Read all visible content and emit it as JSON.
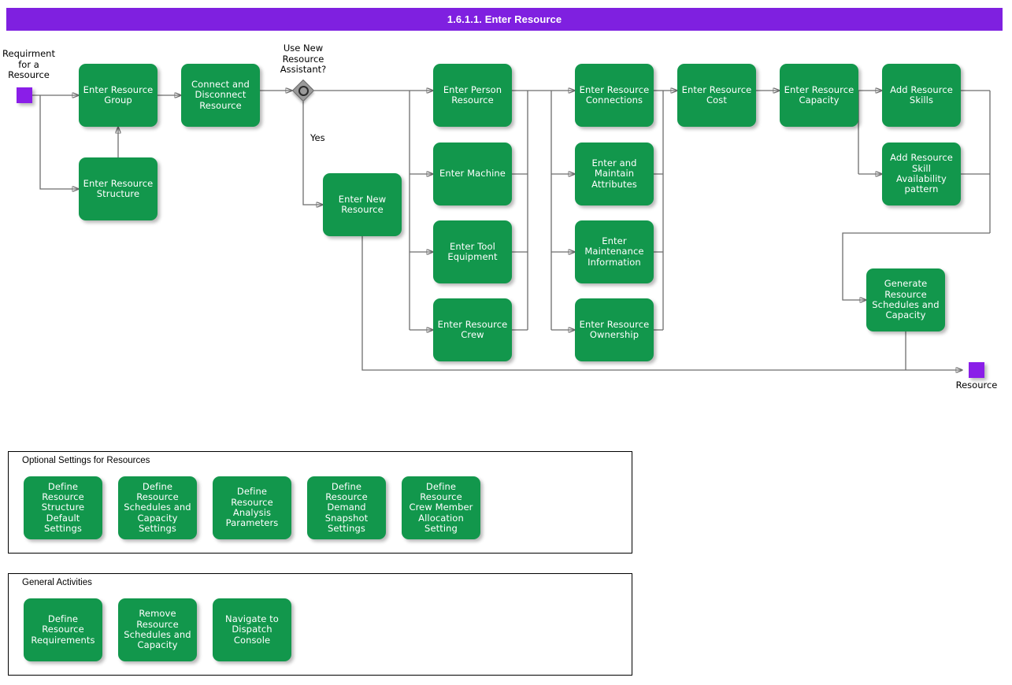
{
  "header": {
    "title": "1.6.1.1. Enter Resource"
  },
  "colors": {
    "title_bar": "#7F20E0",
    "task_fill": "#12974C",
    "task_text": "#FFFFFF",
    "event_fill": "#8A1EE8",
    "gateway_fill": "#9A9A9A",
    "connector": "#6E6E6E",
    "panel_border": "#000000"
  },
  "events": {
    "start": {
      "label": "Requirment\nfor a\nResource"
    },
    "end": {
      "label": "Resource"
    }
  },
  "gateway": {
    "label": "Use New\nResource\nAssistant?",
    "branch_label": "Yes"
  },
  "tasks": {
    "enter_resource_group": "Enter Resource\nGroup",
    "connect_disconnect_resource": "Connect and\nDisconnect\nResource",
    "enter_resource_structure": "Enter Resource\nStructure",
    "enter_new_resource": "Enter New\nResource",
    "enter_person_resource": "Enter Person\nResource",
    "enter_machine": "Enter Machine",
    "enter_tool_equipment": "Enter Tool\nEquipment",
    "enter_resource_crew": "Enter Resource\nCrew",
    "enter_resource_connections": "Enter Resource\nConnections",
    "enter_and_maintain_attributes": "Enter and\nMaintain\nAttributes",
    "enter_maintenance_information": "Enter\nMaintenance\nInformation",
    "enter_resource_ownership": "Enter Resource\nOwnership",
    "enter_resource_cost": "Enter Resource\nCost",
    "enter_resource_capacity": "Enter Resource\nCapacity",
    "add_resource_skills": "Add Resource\nSkills",
    "add_resource_skill_availability_pattern": "Add Resource\nSkill Availability\npattern",
    "generate_resource_schedules_and_capacity": "Generate\nResource\nSchedules and\nCapacity"
  },
  "panels": {
    "optional_settings": {
      "title": "Optional Settings for Resources",
      "tasks": [
        "Define Resource\nStructure\nDefault Settings",
        "Define Resource\nSchedules and\nCapacity\nSettings",
        "Define Resource\nAnalysis\nParameters",
        "Define Resource\nDemand\nSnapshot\nSettings",
        "Define Resource\nCrew Member\nAllocation\nSetting"
      ]
    },
    "general_activities": {
      "title": "General Activities",
      "tasks": [
        "Define Resource\nRequirements",
        "Remove\nResource\nSchedules and\nCapacity",
        "Navigate to\nDispatch\nConsole"
      ]
    }
  }
}
